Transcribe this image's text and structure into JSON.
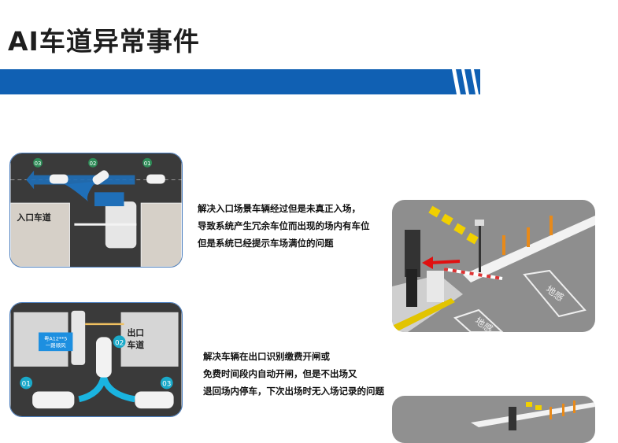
{
  "page": {
    "title": "AI车道异常事件"
  },
  "colors": {
    "banner": "#1060b3",
    "road": "#3c3c3c",
    "lane_arrow": "#1f6fb8",
    "exit_arrow": "#1ab4e0",
    "marker_green": "#2e8b57",
    "marker_teal": "#1aa9c9"
  },
  "entrance": {
    "lane_label": "入口车道",
    "markers": [
      "01",
      "02",
      "03"
    ],
    "description": [
      "解决入口场景车辆经过但是未真正入场，",
      "导致系统产生冗余车位而出现的场内有车位",
      "但是系统已经提示车场满位的问题"
    ],
    "scene_labels": [
      "地感",
      "地感"
    ]
  },
  "exit": {
    "lane_label": [
      "出口",
      "车道"
    ],
    "markers": [
      "01",
      "02",
      "03"
    ],
    "display_text": [
      "粤A12**5",
      "一路顺风"
    ],
    "description": [
      "解决车辆在出口识别缴费开闸或",
      "免费时间段内自动开闸，但是不出场又",
      "退回场内停车，下次出场时无入场记录的问题"
    ]
  }
}
